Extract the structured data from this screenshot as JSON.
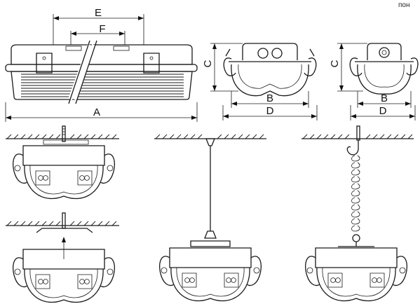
{
  "corner_text": "пон",
  "dimensions": {
    "a": "A",
    "b": "B",
    "c": "C",
    "d": "D",
    "e": "E",
    "f": "F"
  },
  "diagram_data": {
    "views": [
      "front-view",
      "side-view-large",
      "side-view-small",
      "ceiling-mount",
      "cable-suspension",
      "hook-chain-suspension",
      "bracket-mount"
    ]
  }
}
